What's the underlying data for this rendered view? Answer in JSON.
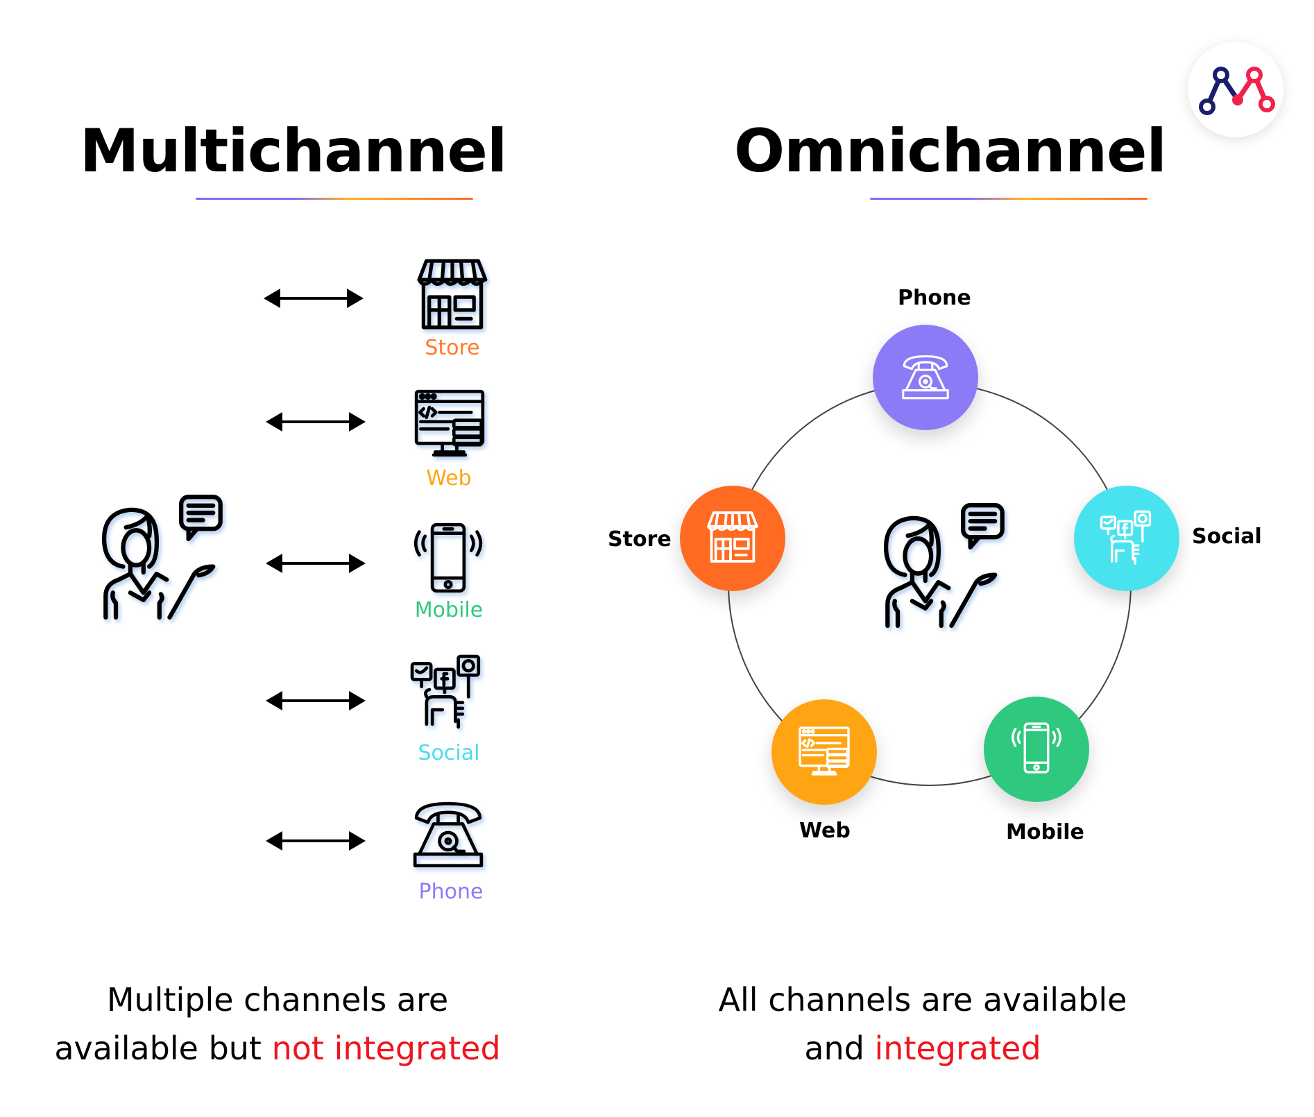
{
  "logo": {
    "name": "brand-logo",
    "colors": [
      "#1a1f6b",
      "#f0224b"
    ]
  },
  "left": {
    "heading": "Multichannel",
    "channels": [
      {
        "label": "Store",
        "color": "#ff7a29",
        "icon": "store-icon"
      },
      {
        "label": "Web",
        "color": "#ffa514",
        "icon": "web-code-icon"
      },
      {
        "label": "Mobile",
        "color": "#2ec97e",
        "icon": "mobile-phone-icon"
      },
      {
        "label": "Social",
        "color": "#49dcea",
        "icon": "social-media-icon"
      },
      {
        "label": "Phone",
        "color": "#8c7bf7",
        "icon": "telephone-icon"
      }
    ],
    "caption_line1": "Multiple channels are",
    "caption_line2_prefix": "available but ",
    "caption_line2_highlight": "not integrated"
  },
  "right": {
    "heading": "Omnichannel",
    "channels": {
      "phone": {
        "label": "Phone",
        "color": "#8c7bf7",
        "icon": "telephone-icon"
      },
      "social": {
        "label": "Social",
        "color": "#49e3f0",
        "icon": "social-media-icon"
      },
      "mobile": {
        "label": "Mobile",
        "color": "#2ec97e",
        "icon": "mobile-phone-icon"
      },
      "web": {
        "label": "Web",
        "color": "#ffa514",
        "icon": "web-code-icon"
      },
      "store": {
        "label": "Store",
        "color": "#ff6b22",
        "icon": "store-icon"
      }
    },
    "caption_line1": "All channels are available",
    "caption_line2_prefix": "and ",
    "caption_line2_highlight": "integrated"
  },
  "highlight_color": "#f0141e"
}
